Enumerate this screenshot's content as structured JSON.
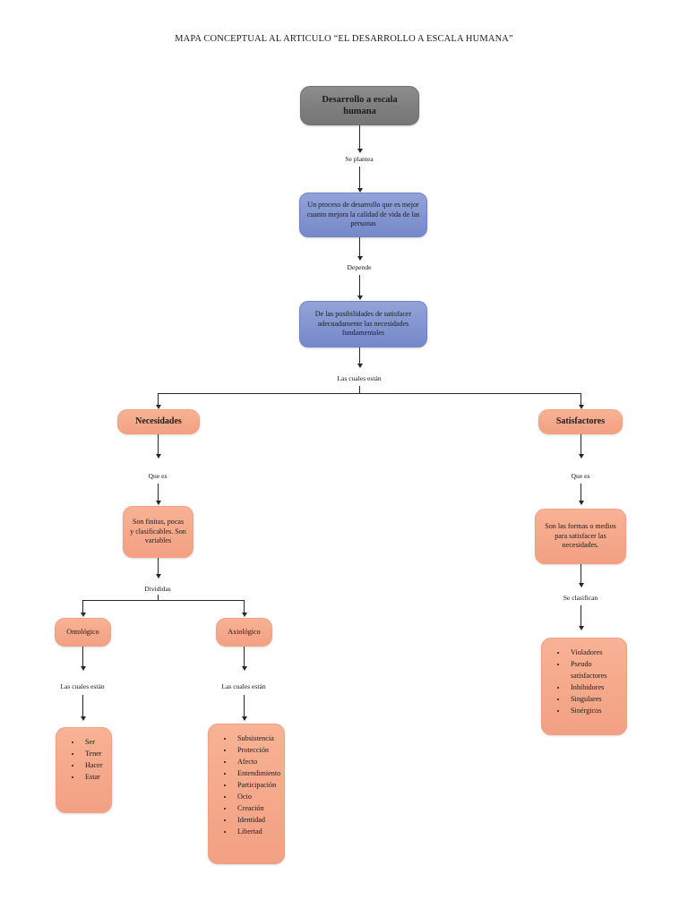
{
  "document": {
    "title": "MAPA CONCEPTUAL AL ARTICULO “EL DESARROLLO A ESCALA HUMANA”"
  },
  "colors": {
    "gray_node": "#808080",
    "blue_node": "#8496d1",
    "orange_node": "#f5a98b",
    "line": "#26262b",
    "text": "#1c1c1c",
    "background": "#ffffff"
  },
  "nodes": {
    "root": {
      "label": "Desarrollo a escala humana",
      "color": "gray"
    },
    "process": {
      "label": "Un proceso de desarrollo que es mejor cuanto mejora la calidad de vida de las personas",
      "color": "blue"
    },
    "possibilities": {
      "label": "De las posibilidades de satisfacer adecuadamente las necesidades fundamentales",
      "color": "blue"
    },
    "necesidades": {
      "label": "Necesidades",
      "color": "orange"
    },
    "satisfactores": {
      "label": "Satisfactores",
      "color": "orange"
    },
    "necesidades_desc": {
      "label": "Son finitas, pocas y clasificables. Son variables",
      "color": "orange"
    },
    "satisfactores_desc": {
      "label": "Son las formas o medios para satisfacer las necesidades.",
      "color": "orange"
    },
    "ontologico": {
      "label": "Ontológico",
      "color": "orange"
    },
    "axiologico": {
      "label": "Axiológico",
      "color": "orange"
    },
    "ontologico_list": {
      "color": "orange",
      "items": [
        "Ser",
        "Tener",
        "Hacer",
        "Estar"
      ]
    },
    "axiologico_list": {
      "color": "orange",
      "items": [
        "Subsistencia",
        "Protección",
        "Afecto",
        "Entendimiento",
        "Participación",
        "Ocio",
        "Creación",
        "Identidad",
        "Libertad"
      ]
    },
    "satisfactores_list": {
      "color": "orange",
      "items": [
        "Violadores",
        "Pseudo satisfactores",
        "Inhibidores",
        "Singulares",
        "Sinérgicos"
      ]
    }
  },
  "connectors": {
    "se_plantea": "Se plantea",
    "depende": "Depende",
    "las_cuales_estan_main": "Las cuales están",
    "que_es_necesidades": "Que es",
    "que_es_satisfactores": "Que es",
    "divididas": "Divididas",
    "se_clasifican": "Se clasifican",
    "las_cuales_estan_ontologico": "Las cuales están",
    "las_cuales_estan_axiologico": "Las cuales están"
  }
}
